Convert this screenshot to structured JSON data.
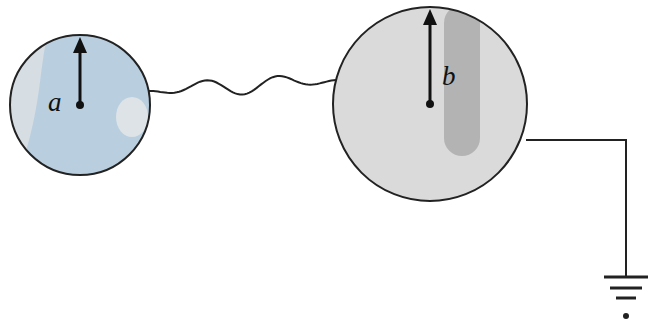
{
  "diagram": {
    "nodes": [
      {
        "text": [
          "a"
        ]
      },
      {
        "text": [
          "b"
        ]
      }
    ],
    "edges": [
      {
        "from": 0,
        "to": 1,
        "arrow": "none"
      }
    ]
  }
}
